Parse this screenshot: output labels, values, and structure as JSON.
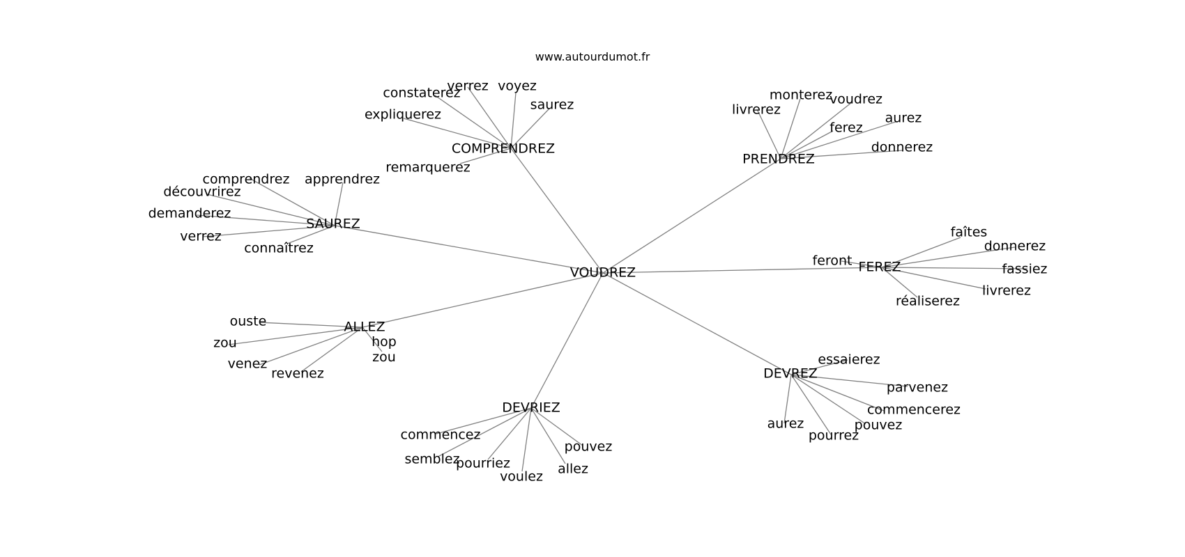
{
  "source_url": "www.autourdumot.fr",
  "colors": {
    "edge": "#808080",
    "text": "#000000",
    "background": "#ffffff"
  },
  "graph": {
    "center": "VOUDREZ",
    "hubs": [
      {
        "id": "hub-comprendrez",
        "label": "COMPRENDREZ",
        "leaves": [
          "constaterez",
          "verrez",
          "voyez",
          "saurez",
          "expliquerez",
          "remarquerez"
        ]
      },
      {
        "id": "hub-prendrez",
        "label": "PRENDREZ",
        "leaves": [
          "livrerez",
          "monterez",
          "voudrez",
          "aurez",
          "ferez",
          "donnerez"
        ]
      },
      {
        "id": "hub-saurez",
        "label": "SAUREZ",
        "leaves": [
          "comprendrez",
          "apprendrez",
          "découvrirez",
          "demanderez",
          "verrez",
          "connaîtrez"
        ]
      },
      {
        "id": "hub-ferez",
        "label": "FEREZ",
        "leaves": [
          "feront",
          "faîtes",
          "donnerez",
          "fassiez",
          "livrerez",
          "réaliserez"
        ]
      },
      {
        "id": "hub-allez",
        "label": "ALLEZ",
        "leaves": [
          "ouste",
          "zou",
          "venez",
          "revenez",
          "hop zou"
        ]
      },
      {
        "id": "hub-devrez",
        "label": "DEVREZ",
        "leaves": [
          "essaierez",
          "parvenez",
          "commencerez",
          "pouvez",
          "pourrez",
          "aurez"
        ]
      },
      {
        "id": "hub-devriez",
        "label": "DEVRIEZ",
        "leaves": [
          "commencez",
          "semblez",
          "pourriez",
          "voulez",
          "allez",
          "pouvez"
        ]
      }
    ]
  }
}
